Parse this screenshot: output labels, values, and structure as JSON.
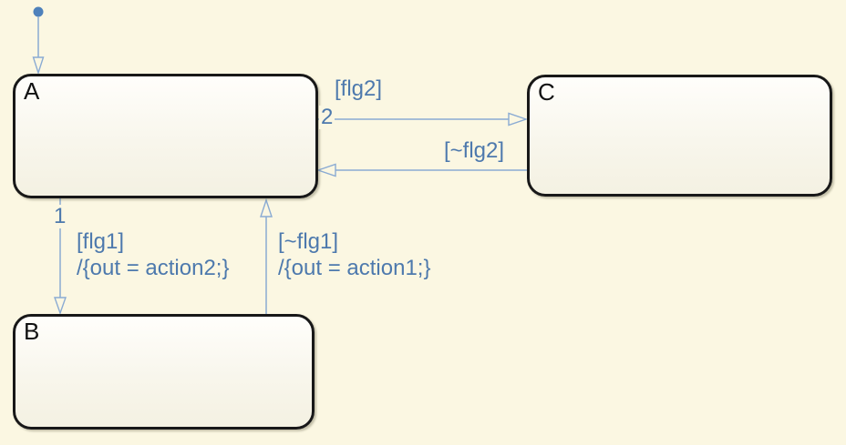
{
  "diagram": {
    "kind": "state-machine-chart",
    "colors": {
      "canvas_background": "#fbf7e2",
      "transition_line": "#8aabd3",
      "transition_text": "#4d79ad",
      "default_transition_dot": "#4e81bb",
      "state_border": "#181818",
      "state_fill_top": "#fffefb",
      "state_fill_bottom": "#f4f1e2",
      "state_label_color": "#111111"
    },
    "states": [
      {
        "id": "A",
        "label": "A"
      },
      {
        "id": "B",
        "label": "B"
      },
      {
        "id": "C",
        "label": "C"
      }
    ],
    "transitions": [
      {
        "from": "start",
        "to": "A",
        "kind": "default"
      },
      {
        "from": "A",
        "to": "C",
        "kind": "normal",
        "order": "2",
        "condition": "[flg2]"
      },
      {
        "from": "C",
        "to": "A",
        "kind": "normal",
        "condition": "[~flg2]"
      },
      {
        "from": "A",
        "to": "B",
        "kind": "normal",
        "order": "1",
        "condition": "[flg1]",
        "action": "/{out = action2;}"
      },
      {
        "from": "B",
        "to": "A",
        "kind": "normal",
        "condition": "[~flg1]",
        "action": "/{out = action1;}"
      }
    ]
  }
}
